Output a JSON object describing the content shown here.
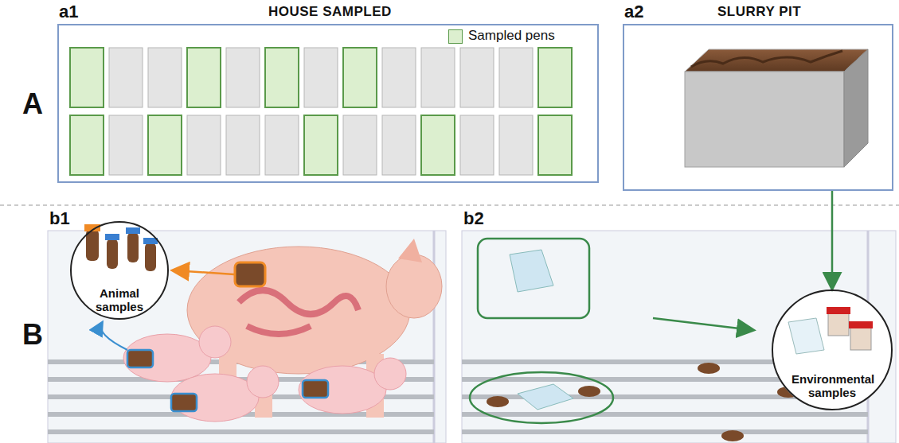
{
  "diagram": {
    "nodes": [
      {
        "text": [
          "a1",
          "HOUSE SAMPLED"
        ]
      },
      {
        "text": [
          "a2",
          "SLURRY PIT"
        ]
      },
      {
        "text": [
          "Animal samples"
        ]
      },
      {
        "text": [
          "Environmental samples"
        ]
      }
    ],
    "edges": [
      {
        "from": 1,
        "to": 3,
        "arrow": "to"
      }
    ],
    "labels": [
      "A",
      "B",
      "b1",
      "b2"
    ],
    "legend": [
      {
        "text": "Sampled pens",
        "color": "#dcefcf"
      }
    ]
  }
}
